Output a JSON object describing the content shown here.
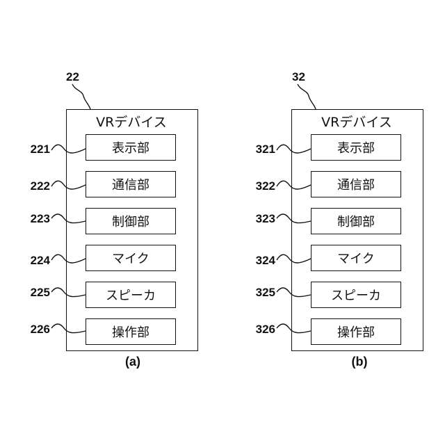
{
  "panels": [
    {
      "ref": "22",
      "title": "VRデバイス",
      "caption": "(a)",
      "components": [
        {
          "ref": "221",
          "label": "表示部"
        },
        {
          "ref": "222",
          "label": "通信部"
        },
        {
          "ref": "223",
          "label": "制御部"
        },
        {
          "ref": "224",
          "label": "マイク"
        },
        {
          "ref": "225",
          "label": "スピーカ"
        },
        {
          "ref": "226",
          "label": "操作部"
        }
      ]
    },
    {
      "ref": "32",
      "title": "VRデバイス",
      "caption": "(b)",
      "components": [
        {
          "ref": "321",
          "label": "表示部"
        },
        {
          "ref": "322",
          "label": "通信部"
        },
        {
          "ref": "323",
          "label": "制御部"
        },
        {
          "ref": "324",
          "label": "マイク"
        },
        {
          "ref": "325",
          "label": "スピーカ"
        },
        {
          "ref": "326",
          "label": "操作部"
        }
      ]
    }
  ]
}
